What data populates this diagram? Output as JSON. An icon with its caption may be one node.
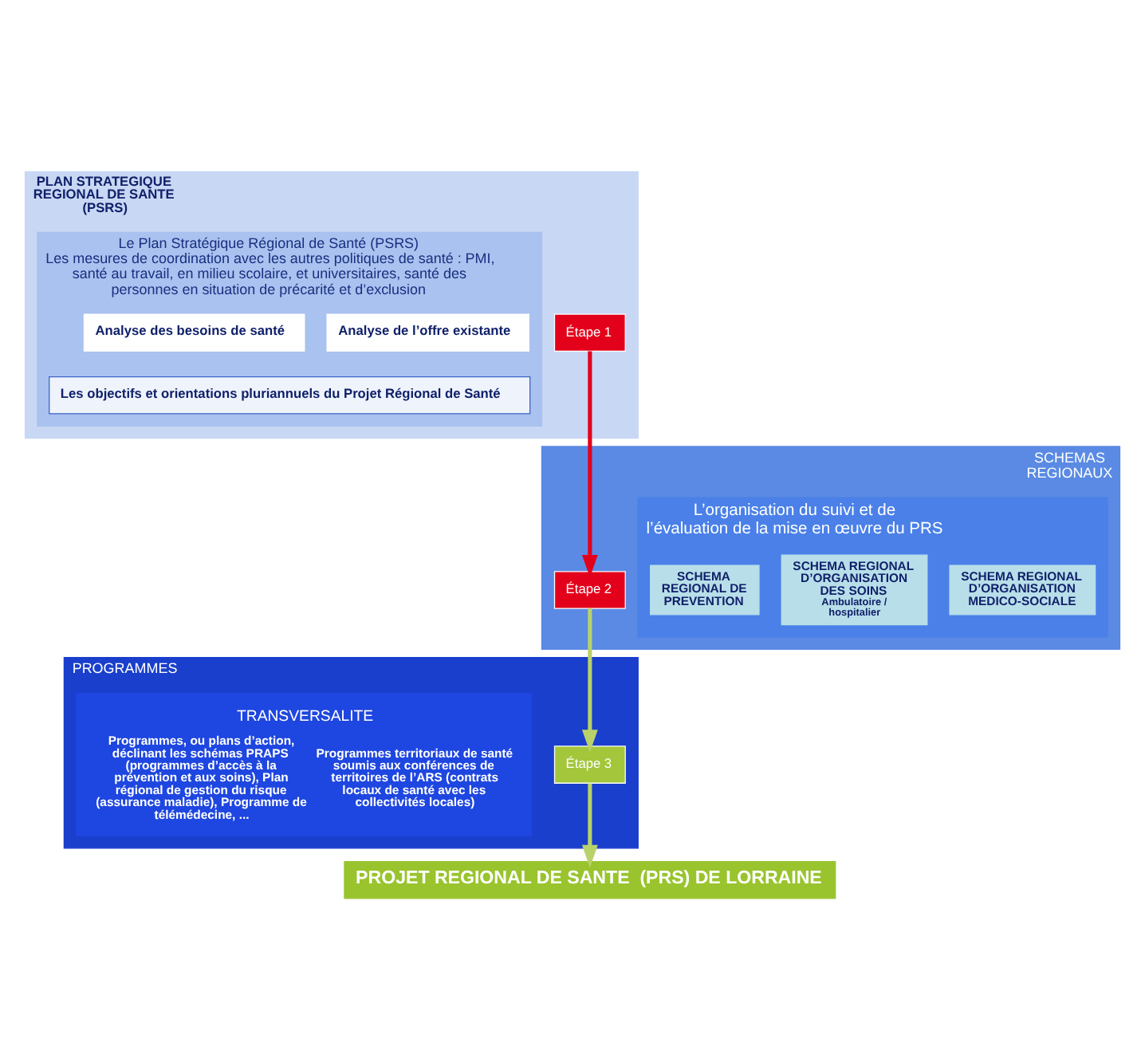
{
  "diagram": {
    "nodes": [
      {
        "text": [
          "PLAN STRATEGIQUE REGIONAL DE SANTE (PSRS)"
        ]
      },
      {
        "text": [
          "Étape 1"
        ],
        "in": 0
      },
      {
        "text": [
          "Le Plan Stratégique Régional de Santé (PSRS)",
          "Les mesures de coordination avec les autres politiques de santé : PMI, santé au travail, en milieu scolaire, et universitaires, santé des personnes en situation de précarité et d’exclusion"
        ],
        "in": 0
      },
      {
        "text": [
          "Analyse des besoins de santé"
        ],
        "in": 2
      },
      {
        "text": [
          "Analyse de l’offre existante"
        ],
        "in": 2
      },
      {
        "text": [
          "Les objectifs et orientations pluriannuels du Projet Régional de Santé"
        ],
        "in": 2
      },
      {
        "text": [
          "SCHEMAS REGIONAUX"
        ]
      },
      {
        "text": [
          "Étape 2"
        ],
        "in": 6
      },
      {
        "text": [
          "L’organisation du suivi et de l’évaluation de la mise en œuvre du PRS"
        ],
        "in": 6
      },
      {
        "text": [
          "SCHEMA REGIONAL DE PREVENTION"
        ],
        "in": 8
      },
      {
        "text": [
          "SCHEMA REGIONAL D’ORGANISATION DES SOINS",
          "Ambulatoire / hospitalier"
        ],
        "in": 8
      },
      {
        "text": [
          "SCHEMA REGIONAL D’ORGANISATION MEDICO-SOCIALE"
        ],
        "in": 8
      },
      {
        "text": [
          "PROGRAMMES"
        ]
      },
      {
        "text": [
          "Étape 3"
        ],
        "in": 12
      },
      {
        "text": [
          "TRANSVERSALITE",
          "Programmes, ou plans d’action, déclinant les schémas PRAPS (programmes d’accès à la prévention et aux soins), Plan régional de gestion du risque (assurance maladie), Programme de télémédecine, ...",
          "Programmes territoriaux de santé soumis aux conférences de territoires de l’ARS (contrats locaux de santé avec les collectivités locales)"
        ],
        "in": 12
      },
      {
        "text": [
          "PROJET REGIONAL DE SANTE  (PRS) DE LORRAINE"
        ]
      }
    ],
    "edges": [
      {
        "from": 1,
        "to": 7,
        "arrow": "to",
        "color": "#e3001b"
      },
      {
        "from": 7,
        "to": 13,
        "arrow": "to"
      },
      {
        "from": 13,
        "to": 15,
        "arrow": "to"
      }
    ]
  }
}
